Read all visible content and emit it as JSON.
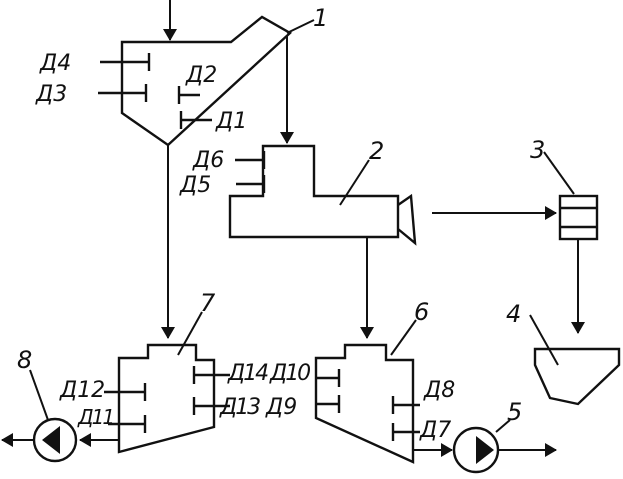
{
  "callouts": {
    "c1": "1",
    "c2": "2",
    "c3": "3",
    "c4": "4",
    "c5": "5",
    "c6": "6",
    "c7": "7",
    "c8": "8"
  },
  "sensors": {
    "d1": "Д1",
    "d2": "Д2",
    "d3": "Д3",
    "d4": "Д4",
    "d5": "Д5",
    "d6": "Д6",
    "d7": "Д7",
    "d8": "Д8",
    "d9": "Д9",
    "d10": "Д10",
    "d11": "Д11",
    "d12": "Д12",
    "d13": "Д13",
    "d14": "Д14"
  }
}
